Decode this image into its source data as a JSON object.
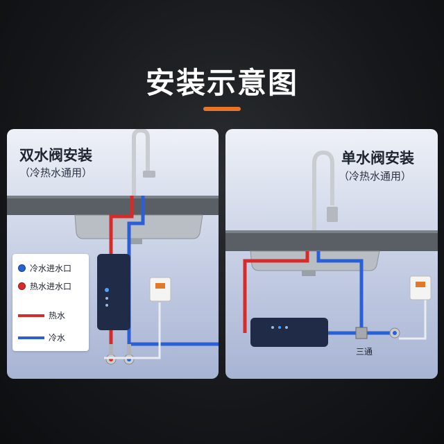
{
  "page": {
    "title": "安装示意图",
    "accent_color": "#e8742a"
  },
  "left_panel": {
    "title": "双水阀安装",
    "subtitle": "（冷热水通用）"
  },
  "right_panel": {
    "title": "单水阀安装",
    "subtitle": "（冷热水通用）",
    "tee_label": "三通"
  },
  "legend": {
    "cold_inlet": "冷水进水口",
    "hot_inlet": "热水进水口",
    "hot_water": "热水",
    "cold_water": "冷水",
    "hot_color": "#d62b2b",
    "cold_color": "#2a5fd6"
  }
}
